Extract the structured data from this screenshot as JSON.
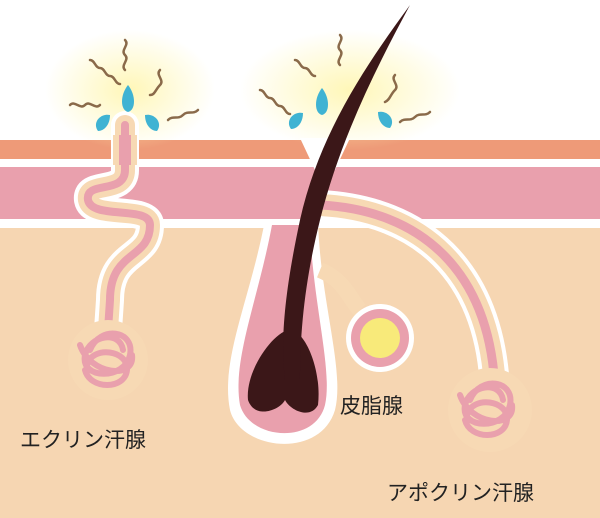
{
  "labels": {
    "eccrine": "エクリン汗腺",
    "sebaceous": "皮脂腺",
    "apocrine": "アポクリン汗腺"
  },
  "colors": {
    "epidermis": "#ee9a78",
    "dermis": "#e9a0ad",
    "subcutis": "#f6d6b2",
    "duct_outer": "#f7d9b4",
    "duct_inner": "#e9a0ad",
    "hair": "#3b1718",
    "sweat": "#3fb3d3",
    "sebum": "#f8ea7a",
    "odor": "#8a6a4a"
  }
}
